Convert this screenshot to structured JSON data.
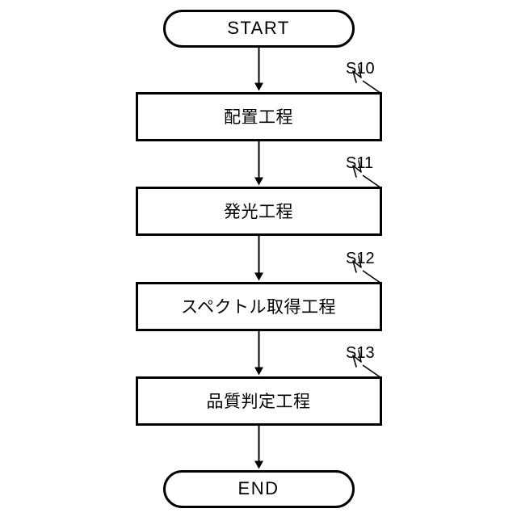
{
  "diagram": {
    "title": "Manufacturing process flowchart",
    "background_color": "#ffffff",
    "line_color": "#000000",
    "start": {
      "label": "START",
      "shape": "terminal-pill"
    },
    "end": {
      "label": "END",
      "shape": "terminal-pill"
    },
    "steps": [
      {
        "label": "配置工程",
        "step_id": "S10",
        "shape": "process-rectangle"
      },
      {
        "label": "発光工程",
        "step_id": "S11",
        "shape": "process-rectangle"
      },
      {
        "label": "スペクトル取得工程",
        "step_id": "S12",
        "shape": "process-rectangle"
      },
      {
        "label": "品質判定工程",
        "step_id": "S13",
        "shape": "process-rectangle"
      }
    ],
    "connectors": [
      {
        "from": "START",
        "to": "S10",
        "arrow": "down-arrow"
      },
      {
        "from": "S10",
        "to": "S11",
        "arrow": "down-arrow"
      },
      {
        "from": "S11",
        "to": "S12",
        "arrow": "down-arrow"
      },
      {
        "from": "S12",
        "to": "S13",
        "arrow": "down-arrow"
      },
      {
        "from": "S13",
        "to": "END",
        "arrow": "down-arrow"
      }
    ]
  }
}
